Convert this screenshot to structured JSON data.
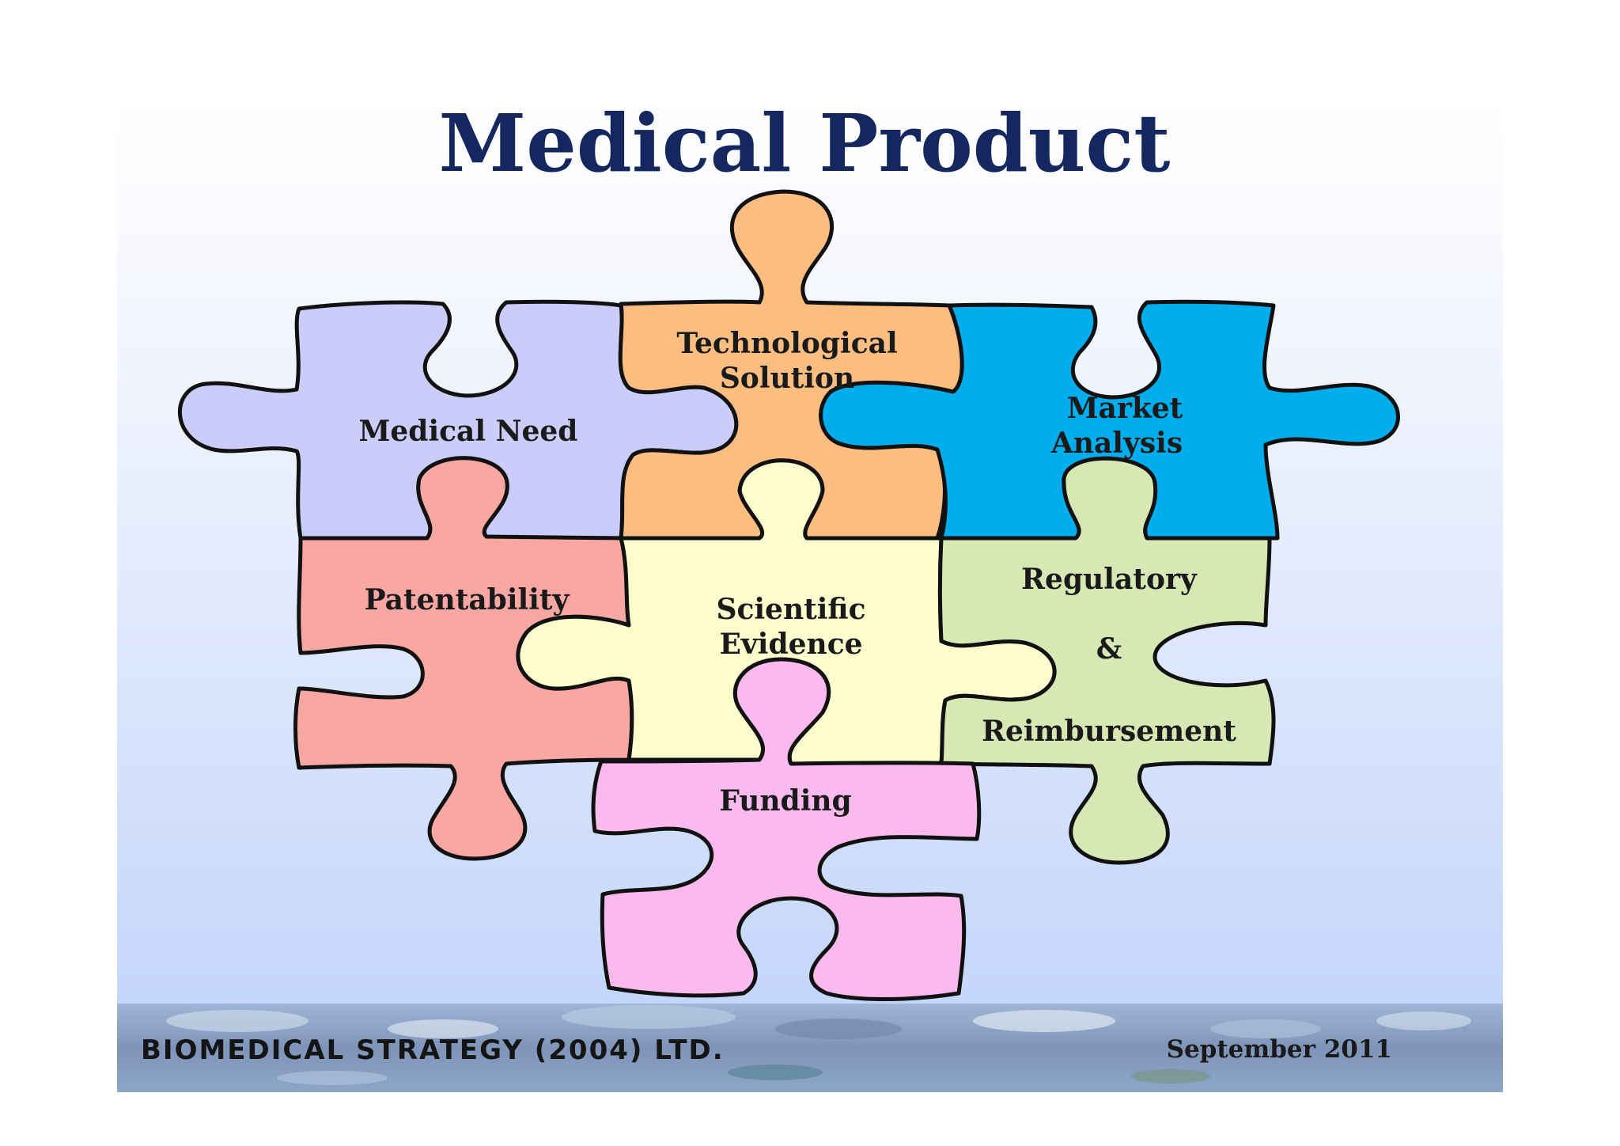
{
  "slide": {
    "title": "Medical Product"
  },
  "pieces": {
    "medical_need": {
      "label": "Medical Need",
      "color": "#ccccfb"
    },
    "technological_solution": {
      "line1": "Technological",
      "line2": "Solution",
      "color": "#fbbe80"
    },
    "market_analysis": {
      "line1": "Market",
      "line2": "Analysis",
      "color": "#00aeee"
    },
    "patentability": {
      "label": "Patentability",
      "color": "#f8a7a2"
    },
    "scientific_evidence": {
      "line1": "Scientific",
      "line2": "Evidence",
      "color": "#fdfdcd"
    },
    "regulatory_reimbursement": {
      "line1": "Regulatory",
      "line2": "&",
      "line3": "Reimbursement",
      "color": "#d8e8b4",
      "highlight_color": "#e01010"
    },
    "funding": {
      "label": "Funding",
      "color": "#fbbaee"
    }
  },
  "footer": {
    "company": "BIOMEDICAL STRATEGY (2004) LTD.",
    "date": "September 2011"
  }
}
